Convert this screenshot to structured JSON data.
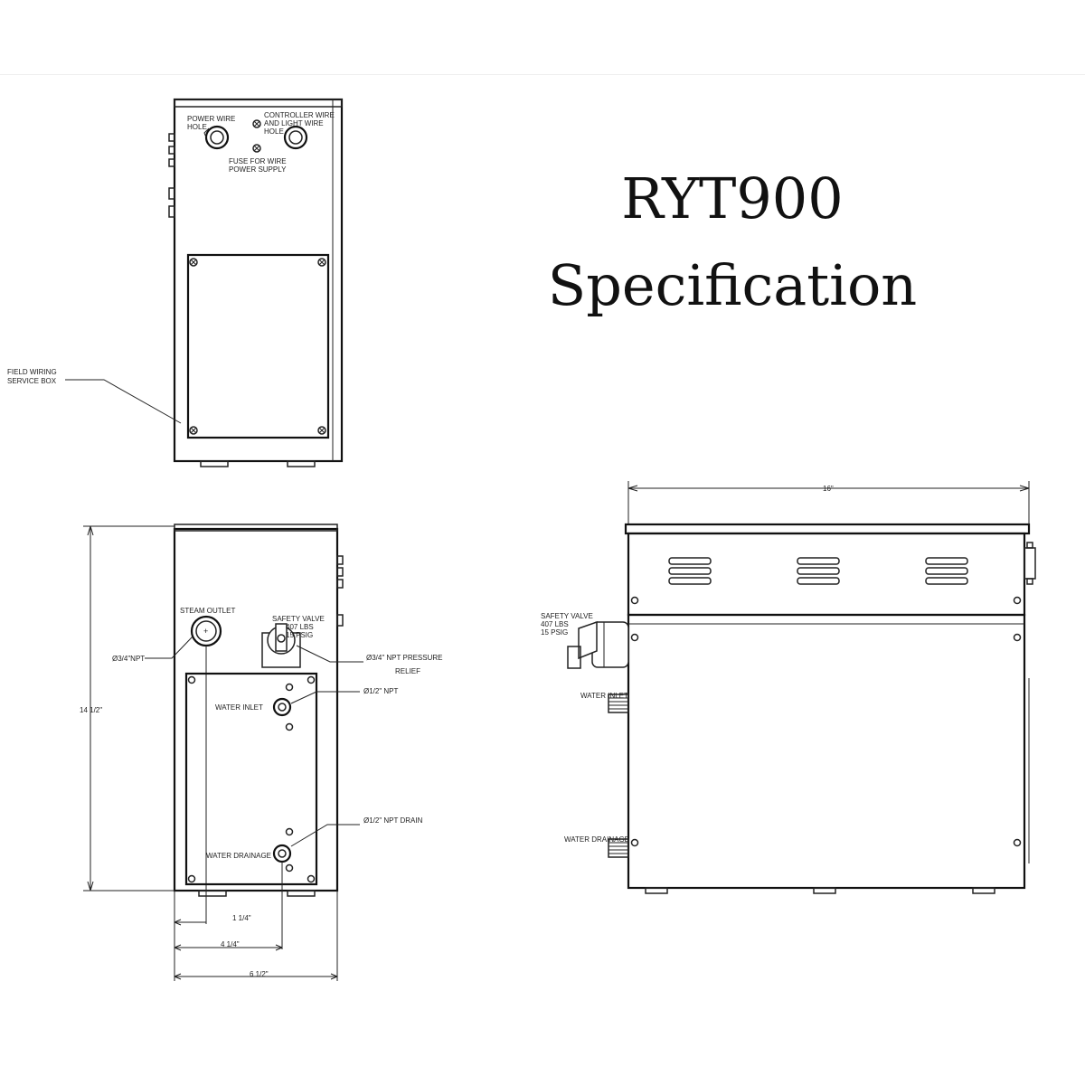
{
  "title": {
    "line1": "RYT900",
    "line2": "Specification"
  },
  "top_view": {
    "power_wire": [
      "POWER WIRE",
      "HOLE"
    ],
    "controller_wire": [
      "CONTROLLER WIRE",
      "AND LIGHT WIRE",
      "HOLE"
    ],
    "fuse": [
      "FUSE FOR WIRE",
      "POWER SUPPLY"
    ],
    "field_wiring": [
      "FIELD WIRING",
      "SERVICE BOX"
    ]
  },
  "front_view": {
    "steam_outlet": "STEAM OUTLET",
    "safety_valve": [
      "SAFETY VALVE",
      "407 LBS",
      "15 PSIG"
    ],
    "outlet_size": "Ø3/4\"NPT",
    "pressure_relief": [
      "Ø3/4\" NPT PRESSURE",
      "RELIEF"
    ],
    "water_inlet": "WATER INLET",
    "inlet_size": "Ø1/2\" NPT",
    "drain_size": "Ø1/2\" NPT DRAIN",
    "water_drainage": "WATER DRAINAGE",
    "height": "14 1/2\"",
    "dim_1": "1 1/4\"",
    "dim_2": "4 1/4\"",
    "dim_3": "6 1/2\""
  },
  "side_view": {
    "width": "16\"",
    "safety_valve": [
      "SAFETY VALVE",
      "407 LBS",
      "15 PSIG"
    ],
    "water_inlet": "WATER INLET",
    "water_drainage": "WATER DRAINAGE"
  }
}
